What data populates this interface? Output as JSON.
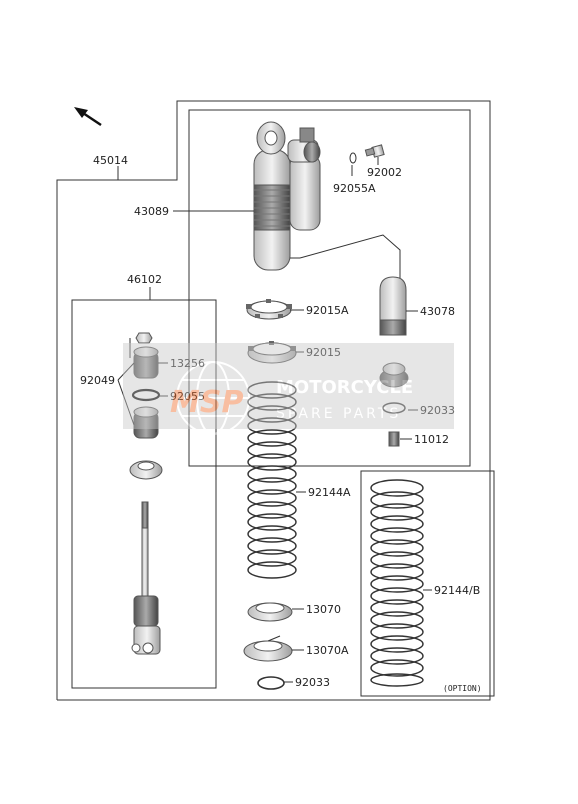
{
  "labels": {
    "assembly": "45014",
    "shock_body": "43089",
    "bolt": "92002",
    "oring_small": "92055A",
    "rod_assembly": "46102",
    "nut_13256": "13256",
    "bushing_92049": "92049",
    "oring_92055": "92055",
    "ring_nut_a": "92015A",
    "ring_nut": "92015",
    "reservoir_cap": "43078",
    "cap_seal": "92033",
    "valve": "11012",
    "spring": "92144A",
    "spring_option": "92144/B",
    "spring_seat": "13070",
    "spring_seat_a": "13070A",
    "circlip": "92033"
  },
  "option_tag": "(OPTION)",
  "watermark": {
    "logo": "MSP",
    "line1": "MOTORCYCLE",
    "line2": "SPARE PARTS"
  }
}
